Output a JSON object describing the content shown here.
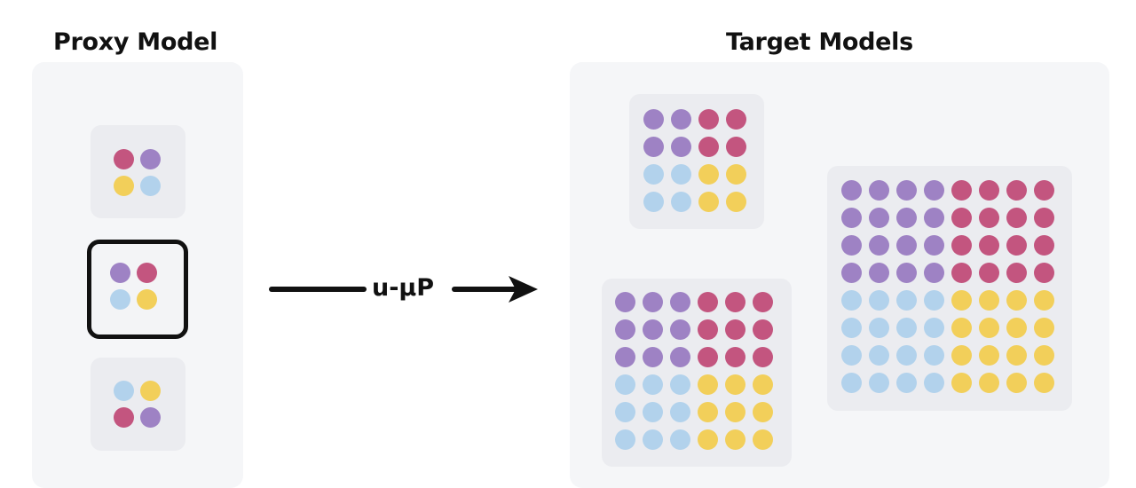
{
  "labels": {
    "proxy_title": "Proxy Model",
    "target_title": "Target Models",
    "arrow_label": "u-μP"
  },
  "colors": {
    "purple": "#9e82c4",
    "pink": "#c3557f",
    "blue": "#b2d2ec",
    "yellow": "#f2cf5a",
    "panel": "#f5f6f8",
    "card": "#ebecf0",
    "outline": "#111111"
  },
  "proxy_cards": [
    {
      "id": "proxy-card-top",
      "selected": false,
      "grid": [
        [
          "pink",
          "purple"
        ],
        [
          "yellow",
          "blue"
        ]
      ]
    },
    {
      "id": "proxy-card-middle",
      "selected": true,
      "grid": [
        [
          "purple",
          "pink"
        ],
        [
          "blue",
          "yellow"
        ]
      ]
    },
    {
      "id": "proxy-card-bottom",
      "selected": false,
      "grid": [
        [
          "blue",
          "yellow"
        ],
        [
          "pink",
          "purple"
        ]
      ]
    }
  ],
  "target_cards": [
    {
      "id": "target-card-small",
      "size": 4
    },
    {
      "id": "target-card-medium",
      "size": 6
    },
    {
      "id": "target-card-large",
      "size": 8
    }
  ]
}
